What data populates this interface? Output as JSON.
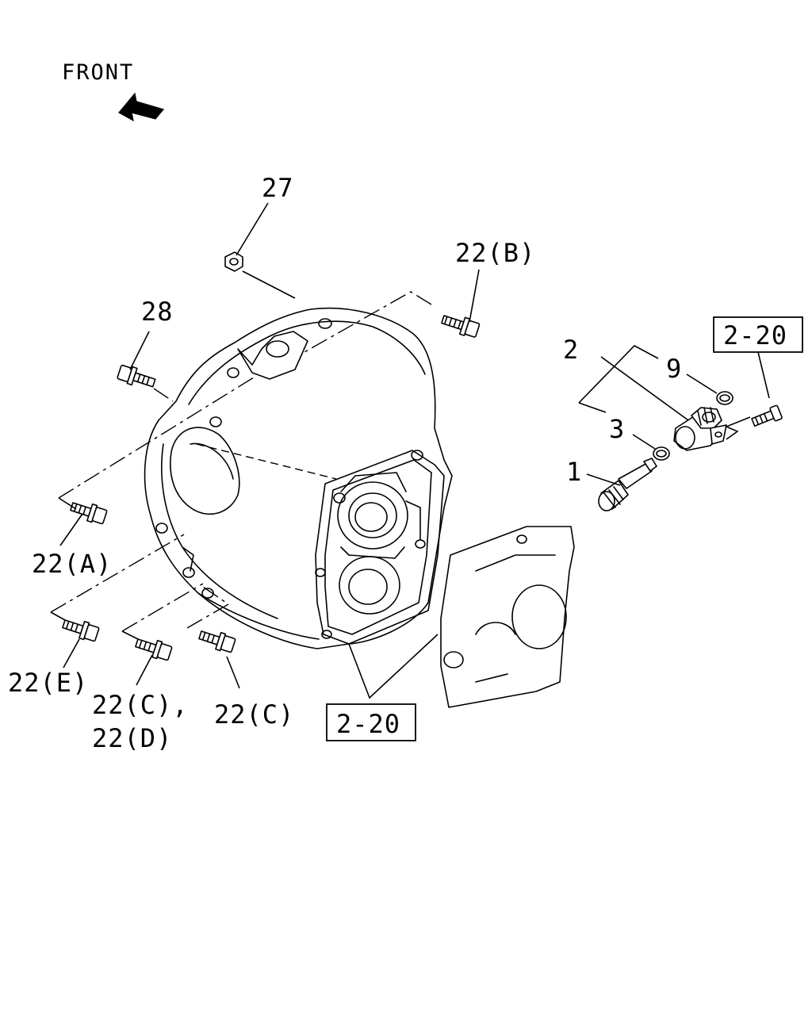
{
  "front_label": "FRONT",
  "callouts": {
    "c27": "27",
    "c22b": "22(B)",
    "c28": "28",
    "c2": "2",
    "c9": "9",
    "c3": "3",
    "c1": "1",
    "c22a": "22(A)",
    "c22e": "22(E)",
    "c22c1_line1": "22(C),",
    "c22c1_line2": "22(D)",
    "c22c2": "22(C)"
  },
  "ref_boxes": {
    "top_right": "2-20",
    "bottom_center": "2-20"
  }
}
